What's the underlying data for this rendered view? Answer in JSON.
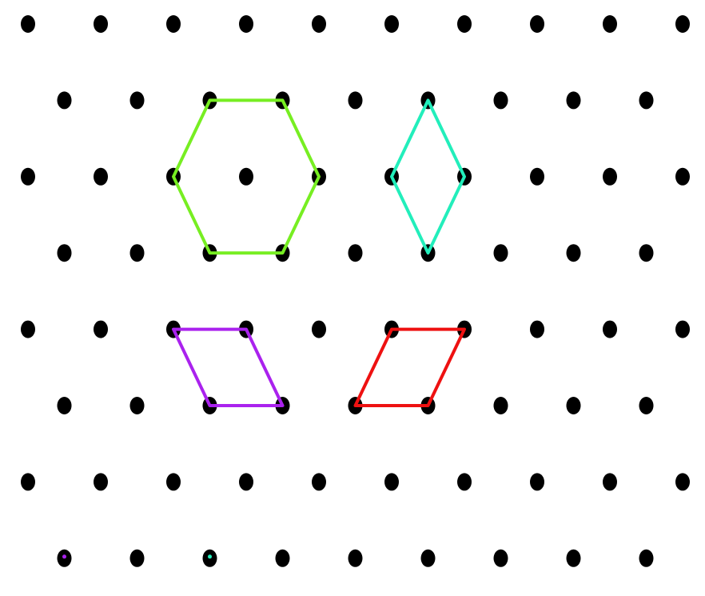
{
  "background_color": "#ffffff",
  "dot_color": "#000000",
  "grid": {
    "type": "isometric-dot-grid",
    "rows": [
      {
        "offset": false,
        "count": 10
      },
      {
        "offset": true,
        "count": 9
      },
      {
        "offset": false,
        "count": 10
      },
      {
        "offset": true,
        "count": 9
      },
      {
        "offset": false,
        "count": 10
      },
      {
        "offset": true,
        "count": 9
      },
      {
        "offset": false,
        "count": 10
      },
      {
        "offset": true,
        "count": 9
      }
    ]
  },
  "shapes": [
    {
      "name": "green-hexagon",
      "kind": "regular hexagon",
      "color": "#77ee22",
      "vertices": [
        [
          2,
          1
        ],
        [
          3,
          1
        ],
        [
          4,
          2
        ],
        [
          3,
          3
        ],
        [
          2,
          3
        ],
        [
          2,
          2
        ]
      ]
    },
    {
      "name": "teal-rhombus",
      "kind": "rhombus",
      "color": "#22eebb",
      "vertices": [
        [
          5,
          1
        ],
        [
          6,
          2
        ],
        [
          5,
          3
        ],
        [
          5,
          2
        ]
      ]
    },
    {
      "name": "purple-parallelogram",
      "kind": "rhombus",
      "color": "#aa22ee",
      "vertices": [
        [
          2,
          4
        ],
        [
          3,
          4
        ],
        [
          3,
          5
        ],
        [
          2,
          5
        ]
      ]
    },
    {
      "name": "red-parallelogram",
      "kind": "rhombus",
      "color": "#ee1111",
      "vertices": [
        [
          5,
          4
        ],
        [
          6,
          4
        ],
        [
          5,
          5
        ],
        [
          4,
          5
        ]
      ]
    }
  ],
  "markers": [
    {
      "name": "purple-marker-dot",
      "color": "#aa22ee",
      "row": 7,
      "col": 0
    },
    {
      "name": "teal-marker-dot",
      "color": "#22eebb",
      "row": 7,
      "col": 2
    }
  ]
}
